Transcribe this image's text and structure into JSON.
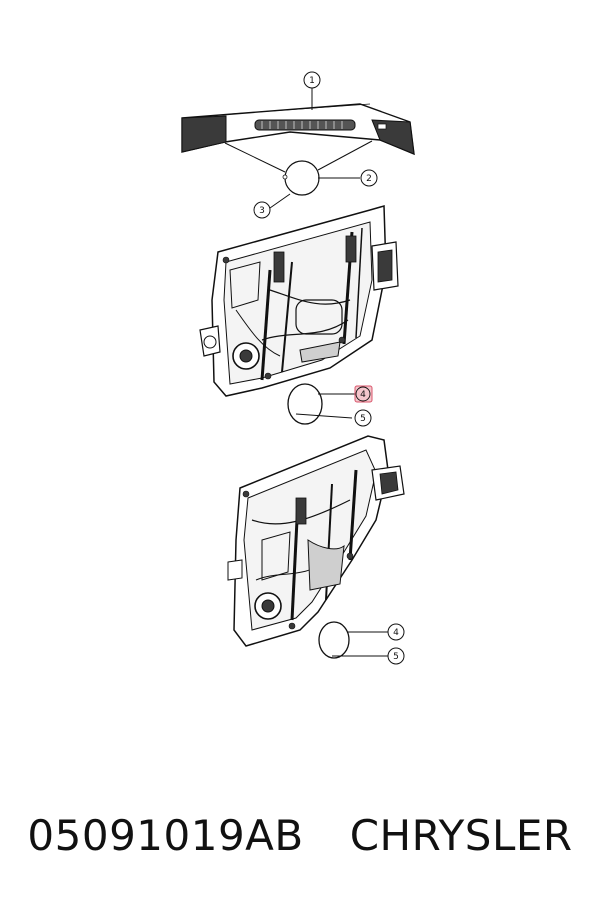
{
  "callouts": [
    {
      "id": "callout-1",
      "label": "1",
      "highlight": false
    },
    {
      "id": "callout-2",
      "label": "2",
      "highlight": false
    },
    {
      "id": "callout-3",
      "label": "3",
      "highlight": false
    },
    {
      "id": "callout-4-front",
      "label": "4",
      "highlight": true
    },
    {
      "id": "callout-5-front",
      "label": "5",
      "highlight": false
    },
    {
      "id": "callout-4-rear",
      "label": "4",
      "highlight": false
    },
    {
      "id": "callout-5-rear",
      "label": "5",
      "highlight": false
    }
  ],
  "caption": {
    "part_number": "05091019AB",
    "brand": "CHRYSLER"
  },
  "colors": {
    "line": "#111111",
    "highlight_fill": "#f4c6cc",
    "highlight_stroke": "#d9556b",
    "shade": "#cfcfcf",
    "dark": "#3a3a3a"
  }
}
